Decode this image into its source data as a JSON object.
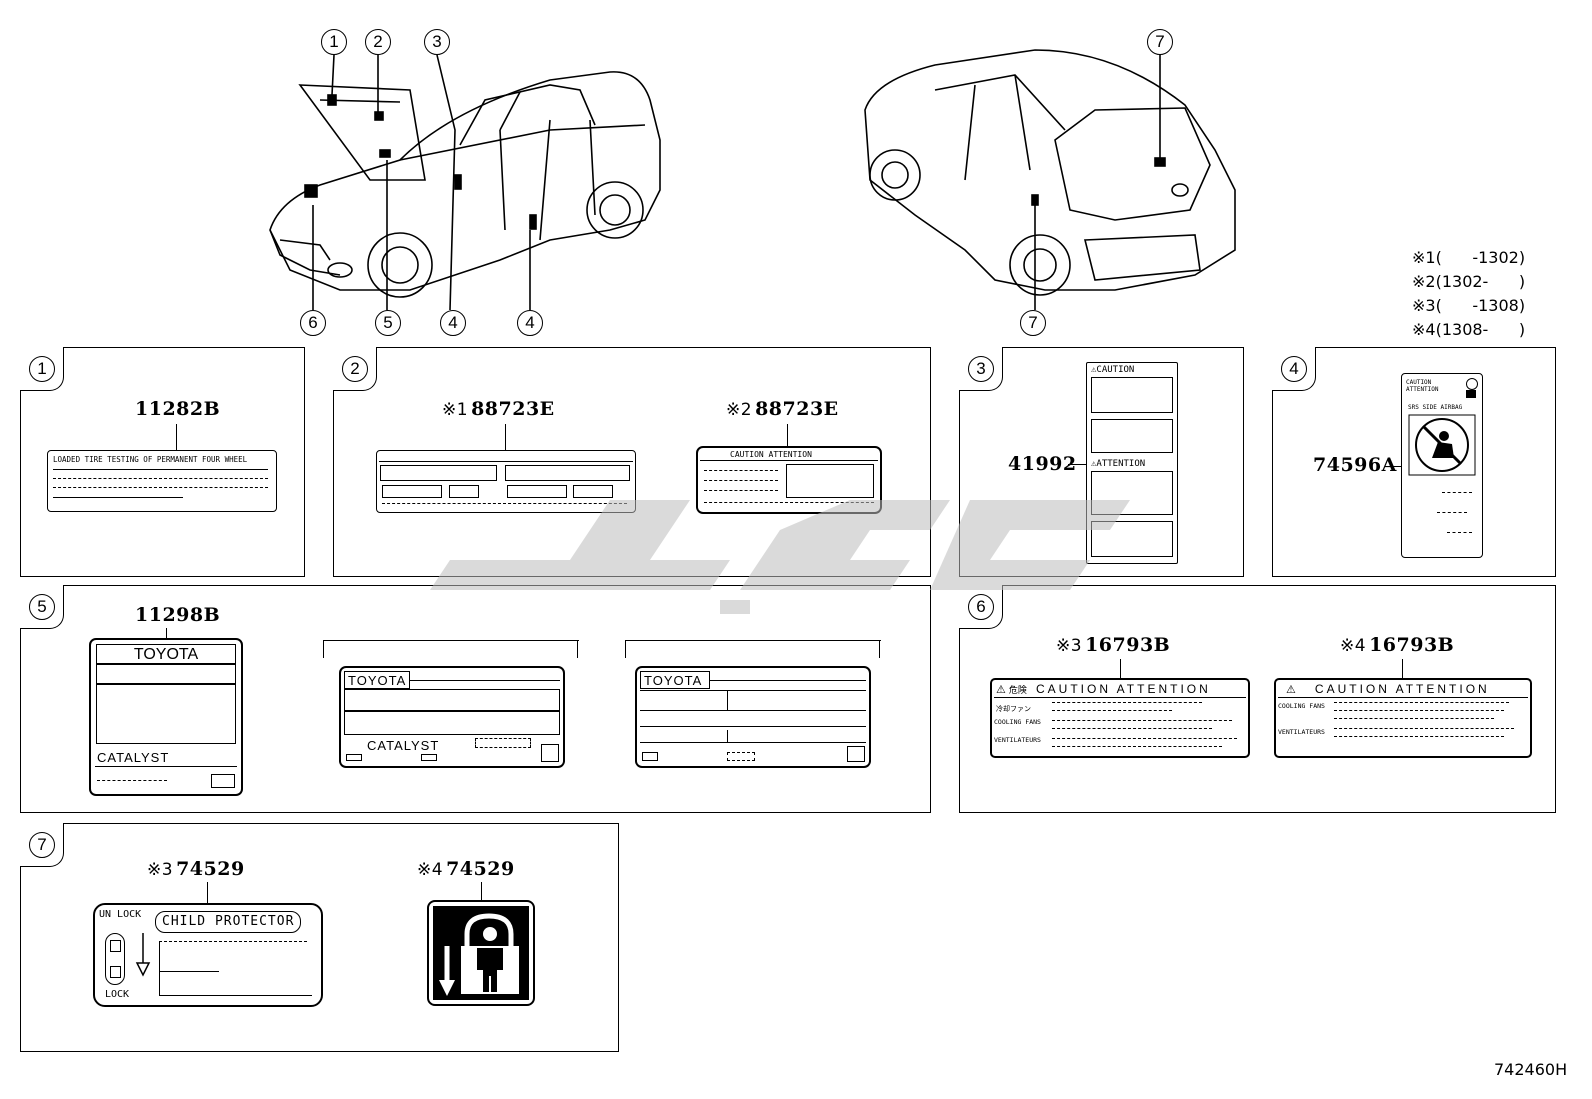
{
  "diagram_id": "742460H",
  "legend": [
    {
      "mark": "※1",
      "range": "(      -1302)"
    },
    {
      "mark": "※2",
      "range": "(1302-      )"
    },
    {
      "mark": "※3",
      "range": "(      -1308)"
    },
    {
      "mark": "※4",
      "range": "(1308-      )"
    }
  ],
  "callouts": {
    "front_top": [
      "1",
      "2",
      "3"
    ],
    "front_bottom": [
      "6",
      "5",
      "4",
      "4"
    ],
    "rear_top": "7",
    "rear_bottom": "7"
  },
  "panels": {
    "p1": {
      "num": "1",
      "part": "11282B",
      "text": "LOADED TIRE TESTING OF PERMANENT FOUR WHEEL"
    },
    "p2": {
      "num": "2",
      "left": {
        "mark": "※1",
        "part": "88723E"
      },
      "right": {
        "mark": "※2",
        "part": "88723E",
        "heading": "CAUTION  ATTENTION"
      }
    },
    "p3": {
      "num": "3",
      "part": "41992",
      "caution": "CAUTION",
      "attention": "ATTENTION"
    },
    "p4": {
      "num": "4",
      "part": "74596A",
      "heading": "CAUTION ATTENTION",
      "sub": "SRS SIDE AIRBAG"
    },
    "p5": {
      "num": "5",
      "part": "11298B",
      "brand": "TOYOTA",
      "catalyst": "CATALYST"
    },
    "p6": {
      "num": "6",
      "left": {
        "mark": "※3",
        "part": "16793B",
        "heading": "CAUTION  ATTENTION",
        "danger": "危険",
        "rows": [
          "冷却ファン",
          "COOLING FANS",
          "VENTILATEURS"
        ]
      },
      "right": {
        "mark": "※4",
        "part": "16793B",
        "heading": "CAUTION   ATTENTION",
        "rows": [
          "COOLING FANS",
          "VENTILATEURS"
        ]
      }
    },
    "p7": {
      "num": "7",
      "left": {
        "mark": "※3",
        "part": "74529",
        "title": "CHILD PROTECTOR",
        "unlock": "UN LOCK",
        "lock": "LOCK"
      },
      "right": {
        "mark": "※4",
        "part": "74529"
      }
    }
  }
}
